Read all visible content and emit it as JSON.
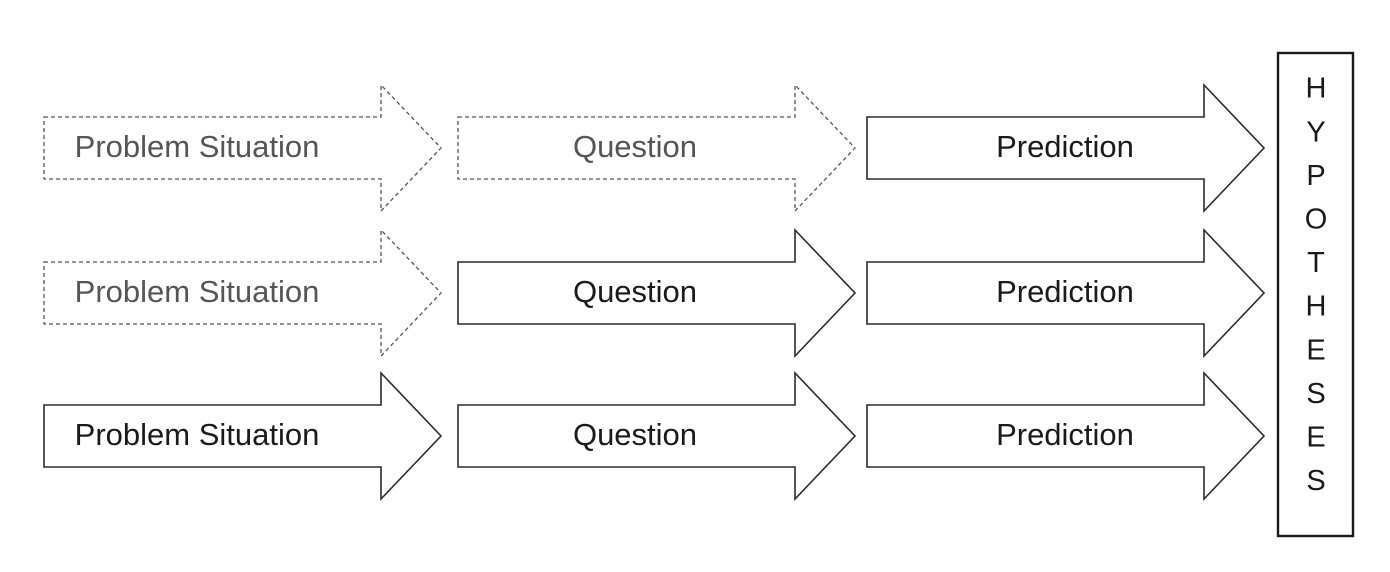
{
  "rows": [
    {
      "steps": [
        {
          "label": "Problem Situation",
          "style": "dashed"
        },
        {
          "label": "Question",
          "style": "dashed"
        },
        {
          "label": "Prediction",
          "style": "solid"
        }
      ]
    },
    {
      "steps": [
        {
          "label": "Problem Situation",
          "style": "dashed"
        },
        {
          "label": "Question",
          "style": "solid"
        },
        {
          "label": "Prediction",
          "style": "solid"
        }
      ]
    },
    {
      "steps": [
        {
          "label": "Problem Situation",
          "style": "solid"
        },
        {
          "label": "Question",
          "style": "solid"
        },
        {
          "label": "Prediction",
          "style": "solid"
        }
      ]
    }
  ],
  "hypotheses": {
    "letters": [
      "H",
      "Y",
      "P",
      "O",
      "T",
      "H",
      "E",
      "S",
      "E",
      "S"
    ]
  }
}
